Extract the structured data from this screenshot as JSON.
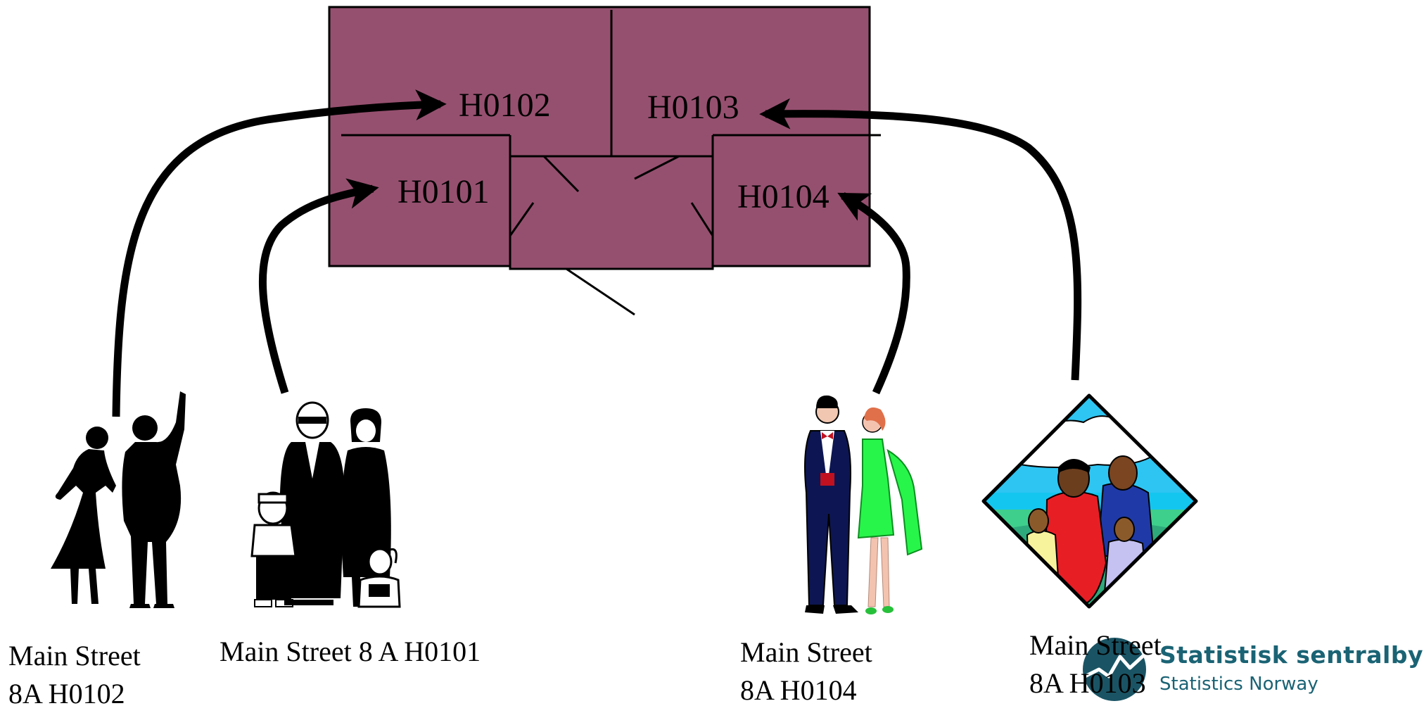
{
  "floor_plan": {
    "fill_color": "#96506f",
    "units": [
      {
        "id": "H0102"
      },
      {
        "id": "H0103"
      },
      {
        "id": "H0101"
      },
      {
        "id": "H0104"
      }
    ]
  },
  "households": [
    {
      "line1": "Main Street",
      "line2": "8A H0102",
      "icon": "dancing-couple-silhouette-icon"
    },
    {
      "line1": "Main Street 8 A H0101",
      "line2": "",
      "icon": "family-silhouette-icon"
    },
    {
      "line1": "Main Street",
      "line2": "8A H0104",
      "icon": "evening-dress-couple-icon"
    },
    {
      "line1": "Main Street",
      "line2": "8A H0103",
      "icon": "family-diamond-icon"
    }
  ],
  "logo": {
    "name": "Statistisk sentralbyrå",
    "name_en": "Statistics Norway",
    "color": "#1a6374"
  }
}
